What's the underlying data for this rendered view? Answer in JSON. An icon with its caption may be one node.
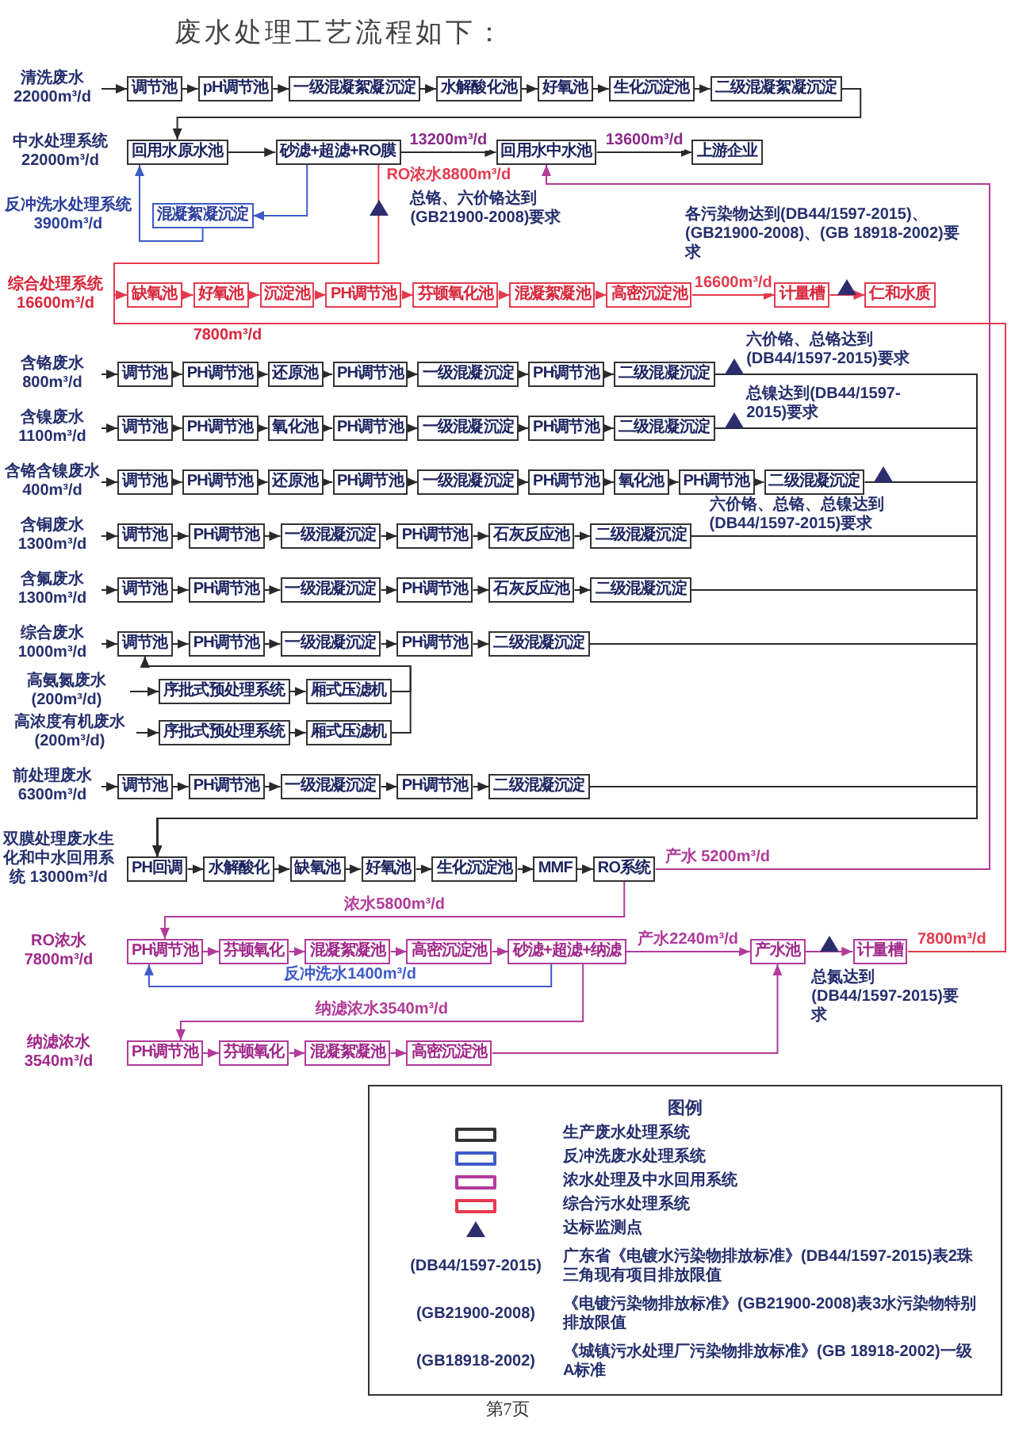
{
  "diagram": {
    "title": "废水处理工艺流程如下：",
    "nodes": [
      {
        "text": [
          "清洗废水 22000m³/d"
        ]
      },
      {
        "text": [
          "调节池"
        ]
      },
      {
        "text": [
          "pH调节池"
        ]
      },
      {
        "text": [
          "一级混凝絮凝沉淀"
        ]
      },
      {
        "text": [
          "水解酸化池"
        ]
      },
      {
        "text": [
          "好氧池"
        ]
      },
      {
        "text": [
          "生化沉淀池"
        ]
      },
      {
        "text": [
          "二级混凝絮凝沉淀"
        ]
      },
      {
        "text": [
          "回用水原水池"
        ]
      },
      {
        "text": [
          "砂滤+超滤+RO膜"
        ]
      },
      {
        "text": [
          "回用水中水池"
        ]
      },
      {
        "text": [
          "上游企业"
        ]
      },
      {
        "text": [
          "混凝絮凝沉淀"
        ]
      },
      {
        "text": [
          "缺氧池"
        ]
      },
      {
        "text": [
          "好氧池"
        ]
      },
      {
        "text": [
          "沉淀池"
        ]
      },
      {
        "text": [
          "PH调节池"
        ]
      },
      {
        "text": [
          "芬顿氧化池"
        ]
      },
      {
        "text": [
          "混凝絮凝池"
        ]
      },
      {
        "text": [
          "高密沉淀池"
        ]
      },
      {
        "text": [
          "计量槽"
        ]
      },
      {
        "text": [
          "仁和水质"
        ]
      },
      {
        "text": [
          "含铬废水 800m³/d"
        ]
      },
      {
        "text": [
          "调节池"
        ]
      },
      {
        "text": [
          "PH调节池"
        ]
      },
      {
        "text": [
          "还原池"
        ]
      },
      {
        "text": [
          "PH调节池"
        ]
      },
      {
        "text": [
          "一级混凝沉淀"
        ]
      },
      {
        "text": [
          "PH调节池"
        ]
      },
      {
        "text": [
          "二级混凝沉淀"
        ]
      },
      {
        "text": [
          "含镍废水 1100m³/d"
        ]
      },
      {
        "text": [
          "调节池"
        ]
      },
      {
        "text": [
          "PH调节池"
        ]
      },
      {
        "text": [
          "氧化池"
        ]
      },
      {
        "text": [
          "PH调节池"
        ]
      },
      {
        "text": [
          "一级混凝沉淀"
        ]
      },
      {
        "text": [
          "PH调节池"
        ]
      },
      {
        "text": [
          "二级混凝沉淀"
        ]
      },
      {
        "text": [
          "含铬含镍废水 400m³/d"
        ]
      },
      {
        "text": [
          "调节池"
        ]
      },
      {
        "text": [
          "PH调节池"
        ]
      },
      {
        "text": [
          "还原池"
        ]
      },
      {
        "text": [
          "PH调节池"
        ]
      },
      {
        "text": [
          "一级混凝沉淀"
        ]
      },
      {
        "text": [
          "PH调节池"
        ]
      },
      {
        "text": [
          "氧化池"
        ]
      },
      {
        "text": [
          "PH调节池"
        ]
      },
      {
        "text": [
          "二级混凝沉淀"
        ]
      },
      {
        "text": [
          "含铜废水 1300m³/d"
        ]
      },
      {
        "text": [
          "调节池"
        ]
      },
      {
        "text": [
          "PH调节池"
        ]
      },
      {
        "text": [
          "一级混凝沉淀"
        ]
      },
      {
        "text": [
          "PH调节池"
        ]
      },
      {
        "text": [
          "石灰反应池"
        ]
      },
      {
        "text": [
          "二级混凝沉淀"
        ]
      },
      {
        "text": [
          "含氟废水 1300m³/d"
        ]
      },
      {
        "text": [
          "调节池"
        ]
      },
      {
        "text": [
          "PH调节池"
        ]
      },
      {
        "text": [
          "一级混凝沉淀"
        ]
      },
      {
        "text": [
          "PH调节池"
        ]
      },
      {
        "text": [
          "石灰反应池"
        ]
      },
      {
        "text": [
          "二级混凝沉淀"
        ]
      },
      {
        "text": [
          "综合废水 1000m³/d"
        ]
      },
      {
        "text": [
          "调节池"
        ]
      },
      {
        "text": [
          "PH调节池"
        ]
      },
      {
        "text": [
          "一级混凝沉淀"
        ]
      },
      {
        "text": [
          "PH调节池"
        ]
      },
      {
        "text": [
          "二级混凝沉淀"
        ]
      },
      {
        "text": [
          "高氨氮废水 (200m³/d)"
        ]
      },
      {
        "text": [
          "序批式预处理系统"
        ]
      },
      {
        "text": [
          "厢式压滤机"
        ]
      },
      {
        "text": [
          "高浓度有机废水 (200m³/d)"
        ]
      },
      {
        "text": [
          "序批式预处理系统"
        ]
      },
      {
        "text": [
          "厢式压滤机"
        ]
      },
      {
        "text": [
          "前处理废水 6300m³/d"
        ]
      },
      {
        "text": [
          "调节池"
        ]
      },
      {
        "text": [
          "PH调节池"
        ]
      },
      {
        "text": [
          "一级混凝沉淀"
        ]
      },
      {
        "text": [
          "PH调节池"
        ]
      },
      {
        "text": [
          "二级混凝沉淀"
        ]
      },
      {
        "text": [
          "PH回调"
        ]
      },
      {
        "text": [
          "水解酸化"
        ]
      },
      {
        "text": [
          "缺氧池"
        ]
      },
      {
        "text": [
          "好氧池"
        ]
      },
      {
        "text": [
          "生化沉淀池"
        ]
      },
      {
        "text": [
          "MMF"
        ]
      },
      {
        "text": [
          "RO系统"
        ]
      },
      {
        "text": [
          "PH调节池"
        ]
      },
      {
        "text": [
          "芬顿氧化"
        ]
      },
      {
        "text": [
          "混凝絮凝池"
        ]
      },
      {
        "text": [
          "高密沉淀池"
        ]
      },
      {
        "text": [
          "砂滤+超滤+纳滤"
        ]
      },
      {
        "text": [
          "产水池"
        ]
      },
      {
        "text": [
          "计量槽"
        ]
      },
      {
        "text": [
          "PH调节池"
        ]
      },
      {
        "text": [
          "芬顿氧化"
        ]
      },
      {
        "text": [
          "混凝絮凝池"
        ]
      },
      {
        "text": [
          "高密沉淀池"
        ]
      }
    ],
    "edges": [
      {
        "from": 0,
        "to": 1,
        "arrow": "to"
      },
      {
        "from": 1,
        "to": 2,
        "arrow": "to"
      },
      {
        "from": 2,
        "to": 3,
        "arrow": "to"
      },
      {
        "from": 3,
        "to": 4,
        "arrow": "to"
      },
      {
        "from": 4,
        "to": 5,
        "arrow": "to"
      },
      {
        "from": 5,
        "to": 6,
        "arrow": "to"
      },
      {
        "from": 6,
        "to": 7,
        "arrow": "to"
      },
      {
        "from": 7,
        "to": 8,
        "arrow": "to"
      },
      {
        "from": 8,
        "to": 9,
        "arrow": "to"
      },
      {
        "from": 9,
        "to": 10,
        "arrow": "to",
        "label": "13200m³/d"
      },
      {
        "from": 10,
        "to": 11,
        "arrow": "to",
        "label": "13600m³/d"
      },
      {
        "from": 9,
        "to": 12,
        "arrow": "to",
        "color": "#3d5bc9"
      },
      {
        "from": 12,
        "to": 8,
        "arrow": "to",
        "color": "#3d5bc9"
      },
      {
        "from": 9,
        "to": 13,
        "arrow": "to",
        "label": "RO浓水8800m³/d",
        "color": "#e53a4e"
      },
      {
        "from": 13,
        "to": 14,
        "arrow": "to",
        "color": "#e53a4e"
      },
      {
        "from": 14,
        "to": 15,
        "arrow": "to",
        "color": "#e53a4e"
      },
      {
        "from": 15,
        "to": 16,
        "arrow": "to",
        "color": "#e53a4e"
      },
      {
        "from": 16,
        "to": 17,
        "arrow": "to",
        "color": "#e53a4e"
      },
      {
        "from": 17,
        "to": 18,
        "arrow": "to",
        "color": "#e53a4e"
      },
      {
        "from": 18,
        "to": 19,
        "arrow": "to",
        "color": "#e53a4e"
      },
      {
        "from": 19,
        "to": 20,
        "arrow": "to",
        "label": "16600m³/d",
        "color": "#e53a4e"
      },
      {
        "from": 20,
        "to": 21,
        "arrow": "to",
        "color": "#e53a4e"
      },
      {
        "from": 22,
        "to": 23,
        "arrow": "to"
      },
      {
        "from": 23,
        "to": 24,
        "arrow": "to"
      },
      {
        "from": 24,
        "to": 25,
        "arrow": "to"
      },
      {
        "from": 25,
        "to": 26,
        "arrow": "to"
      },
      {
        "from": 26,
        "to": 27,
        "arrow": "to"
      },
      {
        "from": 27,
        "to": 28,
        "arrow": "to"
      },
      {
        "from": 28,
        "to": 29,
        "arrow": "to"
      },
      {
        "from": 29,
        "to": 80,
        "arrow": "to"
      },
      {
        "from": 30,
        "to": 31,
        "arrow": "to"
      },
      {
        "from": 31,
        "to": 32,
        "arrow": "to"
      },
      {
        "from": 32,
        "to": 33,
        "arrow": "to"
      },
      {
        "from": 33,
        "to": 34,
        "arrow": "to"
      },
      {
        "from": 34,
        "to": 35,
        "arrow": "to"
      },
      {
        "from": 35,
        "to": 36,
        "arrow": "to"
      },
      {
        "from": 36,
        "to": 37,
        "arrow": "to"
      },
      {
        "from": 37,
        "to": 80,
        "arrow": "to"
      },
      {
        "from": 38,
        "to": 39,
        "arrow": "to"
      },
      {
        "from": 39,
        "to": 40,
        "arrow": "to"
      },
      {
        "from": 40,
        "to": 41,
        "arrow": "to"
      },
      {
        "from": 41,
        "to": 42,
        "arrow": "to"
      },
      {
        "from": 42,
        "to": 43,
        "arrow": "to"
      },
      {
        "from": 43,
        "to": 44,
        "arrow": "to"
      },
      {
        "from": 44,
        "to": 45,
        "arrow": "to"
      },
      {
        "from": 45,
        "to": 46,
        "arrow": "to"
      },
      {
        "from": 46,
        "to": 47,
        "arrow": "to"
      },
      {
        "from": 47,
        "to": 80,
        "arrow": "to"
      },
      {
        "from": 48,
        "to": 49,
        "arrow": "to"
      },
      {
        "from": 49,
        "to": 50,
        "arrow": "to"
      },
      {
        "from": 50,
        "to": 51,
        "arrow": "to"
      },
      {
        "from": 51,
        "to": 52,
        "arrow": "to"
      },
      {
        "from": 52,
        "to": 53,
        "arrow": "to"
      },
      {
        "from": 53,
        "to": 54,
        "arrow": "to"
      },
      {
        "from": 54,
        "to": 80,
        "arrow": "to"
      },
      {
        "from": 55,
        "to": 56,
        "arrow": "to"
      },
      {
        "from": 56,
        "to": 57,
        "arrow": "to"
      },
      {
        "from": 57,
        "to": 58,
        "arrow": "to"
      },
      {
        "from": 58,
        "to": 59,
        "arrow": "to"
      },
      {
        "from": 59,
        "to": 60,
        "arrow": "to"
      },
      {
        "from": 60,
        "to": 61,
        "arrow": "to"
      },
      {
        "from": 61,
        "to": 80,
        "arrow": "to"
      },
      {
        "from": 62,
        "to": 63,
        "arrow": "to"
      },
      {
        "from": 63,
        "to": 64,
        "arrow": "to"
      },
      {
        "from": 64,
        "to": 65,
        "arrow": "to"
      },
      {
        "from": 65,
        "to": 66,
        "arrow": "to"
      },
      {
        "from": 66,
        "to": 67,
        "arrow": "to"
      },
      {
        "from": 67,
        "to": 80,
        "arrow": "to"
      },
      {
        "from": 68,
        "to": 69,
        "arrow": "to"
      },
      {
        "from": 69,
        "to": 70,
        "arrow": "to"
      },
      {
        "from": 70,
        "to": 63,
        "arrow": "to"
      },
      {
        "from": 71,
        "to": 72,
        "arrow": "to"
      },
      {
        "from": 72,
        "to": 73,
        "arrow": "to"
      },
      {
        "from": 73,
        "to": 63,
        "arrow": "to"
      },
      {
        "from": 74,
        "to": 75,
        "arrow": "to"
      },
      {
        "from": 75,
        "to": 76,
        "arrow": "to"
      },
      {
        "from": 76,
        "to": 77,
        "arrow": "to"
      },
      {
        "from": 77,
        "to": 78,
        "arrow": "to"
      },
      {
        "from": 78,
        "to": 79,
        "arrow": "to"
      },
      {
        "from": 79,
        "to": 80,
        "arrow": "to"
      },
      {
        "from": 80,
        "to": 81,
        "arrow": "to"
      },
      {
        "from": 81,
        "to": 82,
        "arrow": "to"
      },
      {
        "from": 82,
        "to": 83,
        "arrow": "to"
      },
      {
        "from": 83,
        "to": 84,
        "arrow": "to"
      },
      {
        "from": 84,
        "to": 85,
        "arrow": "to"
      },
      {
        "from": 85,
        "to": 86,
        "arrow": "to"
      },
      {
        "from": 86,
        "to": 10,
        "arrow": "to",
        "label": "产水 5200m³/d",
        "color": "#b23a9b"
      },
      {
        "from": 86,
        "to": 87,
        "arrow": "to",
        "label": "浓水5800m³/d",
        "color": "#b23a9b"
      },
      {
        "from": 87,
        "to": 88,
        "arrow": "to",
        "color": "#b23a9b"
      },
      {
        "from": 88,
        "to": 89,
        "arrow": "to",
        "color": "#b23a9b"
      },
      {
        "from": 89,
        "to": 90,
        "arrow": "to",
        "color": "#b23a9b"
      },
      {
        "from": 90,
        "to": 91,
        "arrow": "to",
        "color": "#b23a9b"
      },
      {
        "from": 91,
        "to": 92,
        "arrow": "to",
        "label": "产水2240m³/d",
        "color": "#b23a9b"
      },
      {
        "from": 92,
        "to": 93,
        "arrow": "to",
        "color": "#b23a9b"
      },
      {
        "from": 93,
        "to": 13,
        "arrow": "to",
        "label": "7800m³/d",
        "color": "#e53a4e"
      },
      {
        "from": 91,
        "to": 87,
        "arrow": "to",
        "label": "反冲洗水1400m³/d",
        "color": "#3d5bc9"
      },
      {
        "from": 91,
        "to": 94,
        "arrow": "to",
        "label": "纳滤浓水3540m³/d",
        "color": "#b23a9b"
      },
      {
        "from": 94,
        "to": 95,
        "arrow": "to",
        "color": "#b23a9b"
      },
      {
        "from": 95,
        "to": 96,
        "arrow": "to",
        "color": "#b23a9b"
      },
      {
        "from": 96,
        "to": 97,
        "arrow": "to",
        "color": "#b23a9b"
      },
      {
        "from": 97,
        "to": 92,
        "arrow": "to",
        "color": "#b23a9b"
      }
    ],
    "labels": [
      "中水处理系统 22000m³/d",
      "反冲洗水处理系统 3900m³/d",
      "总铬、六价铬达到(GB21900-2008)要求",
      "各污染物达到(DB44/1597-2015)、(GB21900-2008)、(GB 18918-2002)要求",
      "综合处理系统 16600m³/d",
      "7800m³/d",
      "六价铬、总铬达到(DB44/1597-2015)要求",
      "总镍达到(DB44/1597-2015)要求",
      "六价铬、总铬、总镍达到(DB44/1597-2015)要求",
      "双膜处理废水生化和中水回用系统 13000m³/d",
      "RO浓水 7800m³/d",
      "总氮达到(DB44/1597-2015)要求",
      "纳滤浓水 3540m³/d",
      "图例",
      "(DB44/1597-2015)",
      "广东省《电镀水污染物排放标准》(DB44/1597-2015)表2珠三角现有项目排放限值",
      "(GB21900-2008)",
      "《电镀污染物排放标准》(GB21900-2008)表3水污染物特别排放限值",
      "(GB18918-2002)",
      "《城镇污水处理厂污染物排放标准》(GB 18918-2002)一级A标准",
      "第7页"
    ],
    "legend": [
      {
        "text": "生产废水处理系统",
        "color": "#333333"
      },
      {
        "text": "反冲洗废水处理系统",
        "color": "#3d5bc9"
      },
      {
        "text": "浓水处理及中水回用系统",
        "color": "#b23a9b"
      },
      {
        "text": "综合污水处理系统",
        "color": "#e53a4e"
      },
      {
        "text": "达标监测点"
      }
    ]
  }
}
